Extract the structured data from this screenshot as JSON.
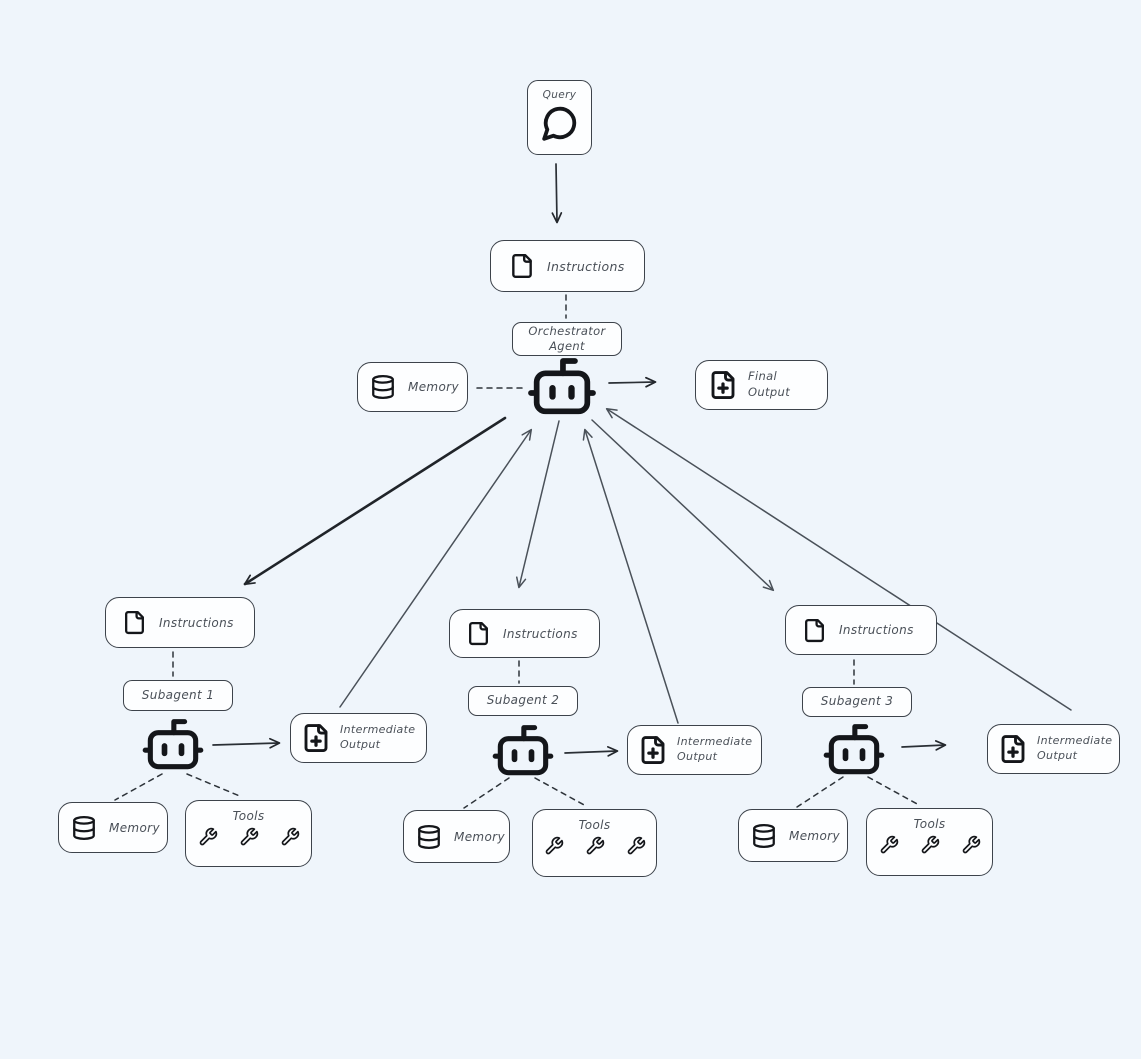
{
  "nodes": {
    "query": {
      "label": "Query",
      "icon": "message-bubble"
    },
    "orchestrator_instructions": {
      "label": "Instructions",
      "icon": "document"
    },
    "orchestrator_agent": {
      "line1": "Orchestrator",
      "line2": "Agent",
      "icon": "robot"
    },
    "orchestrator_memory": {
      "label": "Memory",
      "icon": "database"
    },
    "final_output": {
      "line1": "Final",
      "line2": "Output",
      "icon": "document-plus"
    }
  },
  "subagents": [
    {
      "name": "Subagent 1",
      "instructions": "Instructions",
      "memory": "Memory",
      "tools": "Tools",
      "output_line1": "Intermediate",
      "output_line2": "Output"
    },
    {
      "name": "Subagent 2",
      "instructions": "Instructions",
      "memory": "Memory",
      "tools": "Tools",
      "output_line1": "Intermediate",
      "output_line2": "Output"
    },
    {
      "name": "Subagent 3",
      "instructions": "Instructions",
      "memory": "Memory",
      "tools": "Tools",
      "output_line1": "Intermediate",
      "output_line2": "Output"
    }
  ],
  "colors": {
    "background": "#eff5fb",
    "node_fill": "#fdfeff",
    "node_border": "#3d434b",
    "text": "#4a5058",
    "icon": "#14161a",
    "arrow": "#4a5159",
    "arrow_dark": "#2a2f35"
  }
}
